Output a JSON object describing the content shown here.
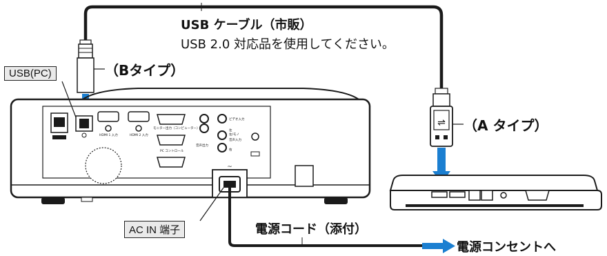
{
  "cable": {
    "title": "USB ケーブル（市販）",
    "note": "USB 2.0 対応品を使用してください。"
  },
  "connectors": {
    "b_type": "（Bタイプ）",
    "a_type": "（A タイプ）",
    "usb_pc": "USB(PC)",
    "ac_in": "AC IN 端子"
  },
  "power": {
    "cord": "電源コード（添付）",
    "outlet": "電源コンセントへ"
  },
  "panel_labels": {
    "hdmi1": "HDMI 1 入力",
    "hdmi2": "HDMI 2 入力",
    "monitor_out": "モニター出力（コンピューター）",
    "pc_control": "PC コントロール",
    "video_in": "ビデオ入力",
    "mono": "左/モノ",
    "audio_in": "音声入力",
    "audio_out": "音声出力",
    "right": "右",
    "left_mark": "左"
  },
  "colors": {
    "arrow": "#1b7fd1",
    "cable": "#1a1a1a",
    "body_outline": "#1a1a1a"
  }
}
